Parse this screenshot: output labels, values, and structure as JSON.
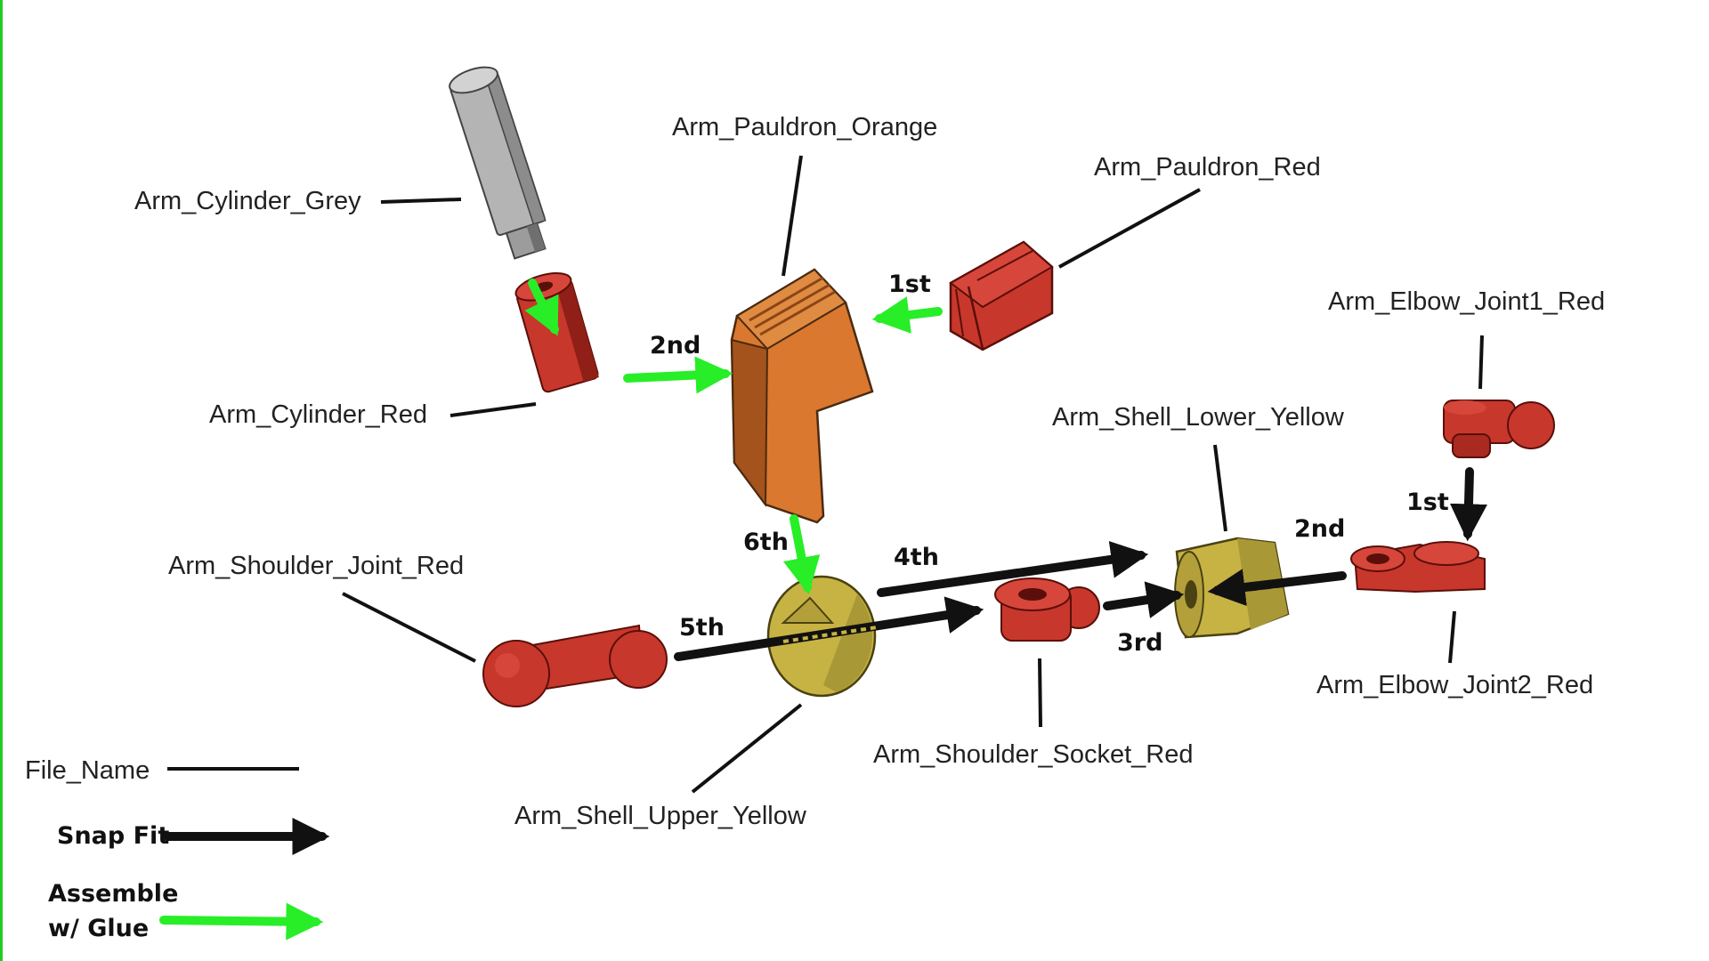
{
  "colors": {
    "frame_border": "#22cc22",
    "red": "#c8372b",
    "red_dark": "#8f1f17",
    "orange": "#d9782e",
    "orange_dark": "#a4531c",
    "yellow": "#c7b343",
    "yellow_dark": "#8c7d2b",
    "grey": "#b4b4b4",
    "grey_dark": "#7f7f7f",
    "glue_arrow": "#27ee27",
    "snap_arrow": "#111111"
  },
  "parts": {
    "arm_cylinder_grey": "Arm_Cylinder_Grey",
    "arm_pauldron_orange": "Arm_Pauldron_Orange",
    "arm_pauldron_red": "Arm_Pauldron_Red",
    "arm_cylinder_red": "Arm_Cylinder_Red",
    "arm_elbow_joint1_red": "Arm_Elbow_Joint1_Red",
    "arm_shell_lower_yellow": "Arm_Shell_Lower_Yellow",
    "arm_shoulder_joint_red": "Arm_Shoulder_Joint_Red",
    "arm_elbow_joint2_red": "Arm_Elbow_Joint2_Red",
    "arm_shoulder_socket_red": "Arm_Shoulder_Socket_Red",
    "arm_shell_upper_yellow": "Arm_Shell_Upper_Yellow"
  },
  "steps": {
    "pauldron_1st": "1st",
    "pauldron_2nd": "2nd",
    "shell_6th": "6th",
    "arm_4th": "4th",
    "arm_5th": "5th",
    "arm_3rd": "3rd",
    "elbow_2nd": "2nd",
    "elbow_1st": "1st"
  },
  "legend": {
    "file_name": "File_Name",
    "snap_fit": "Snap Fit",
    "assemble_line1": "Assemble",
    "assemble_line2": "w/ Glue"
  }
}
